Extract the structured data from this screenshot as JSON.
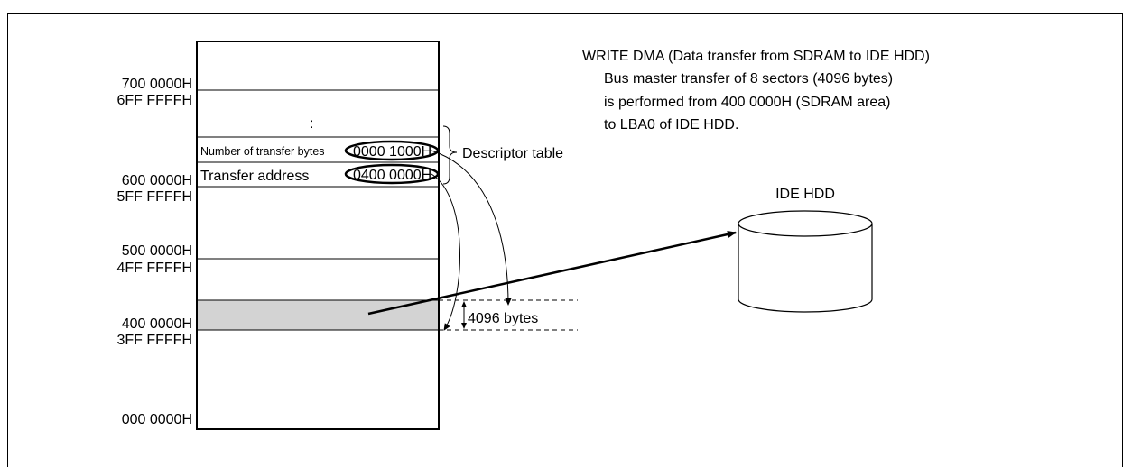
{
  "title": {
    "heading": "WRITE DMA (Data transfer from SDRAM to IDE HDD)",
    "line1": "Bus master transfer of 8 sectors (4096 bytes)",
    "line2": "is performed from 400 0000H (SDRAM area)",
    "line3": "to LBA0 of IDE HDD."
  },
  "addresses": {
    "a700": "700 0000H",
    "a6ff": "6FF FFFFH",
    "a600": "600 0000H",
    "a5ff": "5FF FFFFH",
    "a500": "500 0000H",
    "a4ff": "4FF FFFFH",
    "a400": "400 0000H",
    "a3ff": "3FF FFFFH",
    "a000": "000 0000H"
  },
  "memory": {
    "ellipsis": ":",
    "row_bytes_label": "Number of transfer bytes",
    "row_bytes_value": "0000 1000H",
    "row_addr_label": "Transfer address",
    "row_addr_value": "0400 0000H",
    "highlight_color": "#d3d3d3"
  },
  "descriptor_label": "Descriptor table",
  "size_label": "4096 bytes",
  "hdd_label": "IDE HDD"
}
